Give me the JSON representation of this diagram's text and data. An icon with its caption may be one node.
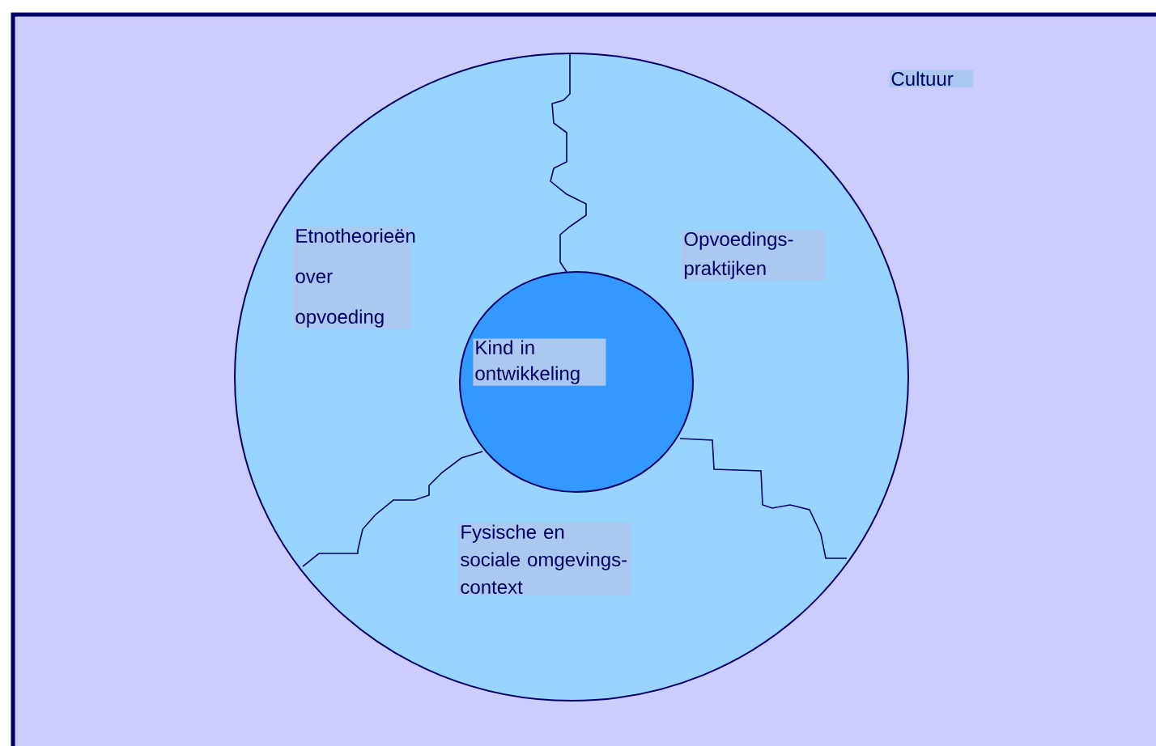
{
  "diagram": {
    "nodes": [
      {
        "text": [
          "Cultuur"
        ]
      },
      {
        "text": [
          "Etnotheorieën over opvoeding",
          "Opvoedings- praktijken",
          "Fysische en sociale omgevings- context"
        ],
        "in": 0
      },
      {
        "text": [
          "Kind in ontwikkeling"
        ],
        "in": 1
      }
    ],
    "edges": []
  }
}
